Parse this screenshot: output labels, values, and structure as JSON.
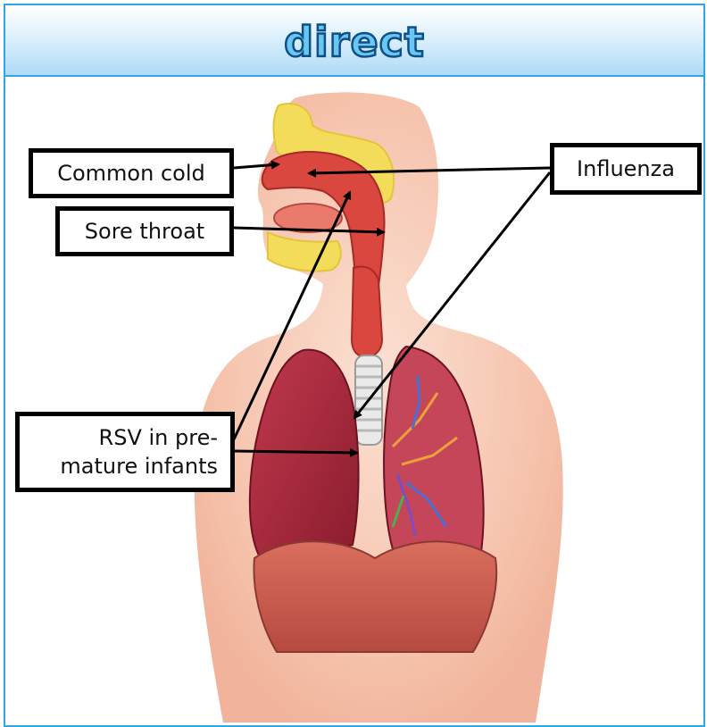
{
  "header": {
    "title": "direct"
  },
  "labels": {
    "common_cold": "Common cold",
    "sore_throat": "Sore throat",
    "influenza": "Influenza",
    "rsv": "RSV in pre-\nmature infants"
  },
  "colors": {
    "frame_border": "#2fa7e6",
    "title_fill": "#6ac7f2",
    "title_stroke": "#0e4f86",
    "skin": "#f6c7b2",
    "lung": "#a8283c",
    "diaphragm": "#c75a4c",
    "airway": "#d9473f",
    "sinus": "#f3dc5a"
  }
}
